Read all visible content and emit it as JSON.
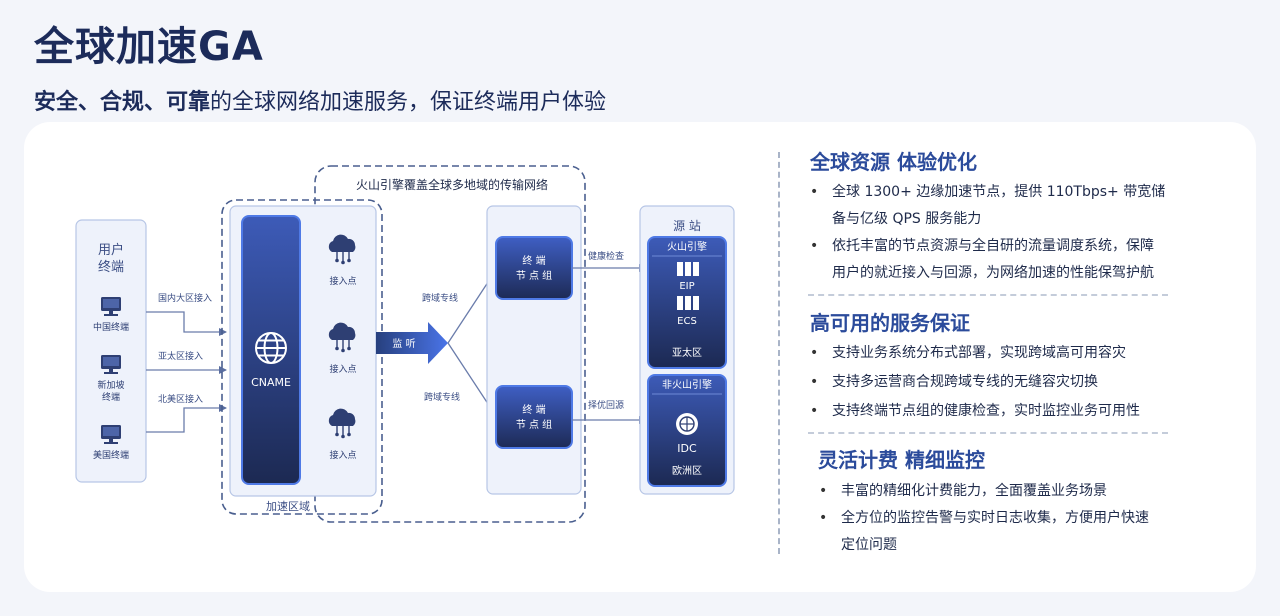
{
  "header": {
    "title": "全球加速GA",
    "subtitle_bold": "安全、合规、可靠",
    "subtitle_rest": "的全球网络加速服务，保证终端用户体验"
  },
  "diagram": {
    "network_label": "火山引擎覆盖全球多地域的传输网络",
    "users": {
      "title_line1": "用户",
      "title_line2": "终端",
      "terminals": [
        "中国终端",
        "新加坡",
        "终端",
        "美国终端"
      ]
    },
    "access_links": [
      "国内大区接入",
      "亚太区接入",
      "北美区接入"
    ],
    "cname_label": "CNAME",
    "access_point_label": "接入点",
    "accel_zone_label": "加速区域",
    "listen_label": "监 听",
    "cross_region_label": "跨域专线",
    "node_group": {
      "line1": "终 端",
      "line2": "节 点 组"
    },
    "health_check_label": "健康检查",
    "best_return_label": "择优回源",
    "origin": {
      "title": "源 站",
      "volc_title": "火山引擎",
      "eip_label": "EIP",
      "ecs_label": "ECS",
      "ap_region": "亚太区",
      "nonvolc_title": "非火山引擎",
      "idc_label": "IDC",
      "eu_region": "欧洲区"
    }
  },
  "sections": [
    {
      "title": "全球资源 体验优化",
      "bullets": [
        [
          "全球 1300+ 边缘加速节点，提供 110Tbps+ 带宽储",
          "备与亿级 QPS 服务能力"
        ],
        [
          "依托丰富的节点资源与全自研的流量调度系统，保障",
          "用户的就近接入与回源，为网络加速的性能保驾护航"
        ]
      ]
    },
    {
      "title": "高可用的服务保证",
      "bullets": [
        [
          "支持业务系统分布式部署，实现跨域高可用容灾"
        ],
        [
          "支持多运营商合规跨域专线的无缝容灾切换"
        ],
        [
          "支持终端节点组的健康检查，实时监控业务可用性"
        ]
      ]
    },
    {
      "title": "灵活计费 精细监控",
      "bullets": [
        [
          "丰富的精细化计费能力，全面覆盖业务场景"
        ],
        [
          "全方位的监控告警与实时日志收集，方便用户快速",
          "定位问题"
        ]
      ]
    }
  ],
  "colors": {
    "title": "#1c2b5a",
    "section_title": "#2b4b9b",
    "dark_panel": "#1f2e5c",
    "accent_blue": "#3f64d8",
    "dashed_border": "#4a5f8f"
  }
}
